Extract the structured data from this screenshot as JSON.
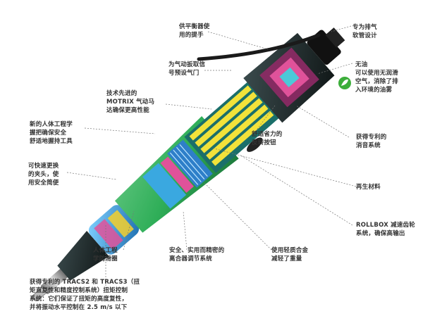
{
  "callouts": {
    "balanced_handle": "供平衡器使\n用的提手",
    "exhaust_hose": "专为排气\n软管设计",
    "air_intake": "为气动扳取信\n号预设气门",
    "oil_free": "无油\n可以使用无润滑\n空气，消除了排\n入环境的油雾",
    "motrix_motor": "技术先进的\nMOTRIX 气动马\n达确保更高性能",
    "reverse_button": "舒适省力的\n反转按钮",
    "patented_silencer": "获得专利的\n消音系统",
    "ergonomic_grip": "新的人体工程学\n握把确保安全\n舒适地握持工具",
    "quick_chuck": "可快速更换\n的夹头，使\n用安全简便",
    "recycled_material": "再生材料",
    "rollbox_gear": "ROLLBOX 减速齿轮\n系统，确保高输出",
    "ergonomic_ring": "人体工程\n学防滑圈",
    "torque_adjust": "安全、实用而精密的\n离合器调节系统",
    "light_alloy": "使用轻质合金\n减轻了重量",
    "tracs": "获得专利的  TRACS2 和 TRACS3（扭\n矩直复性和精度控制系统）扭矩控制\n系统：它们保证了扭矩的高度复性，\n并将振动水平控制在 2.5 m/s 以下"
  },
  "colors": {
    "tool_body_green": "#2fae58",
    "tool_body_dark": "#1f2a2a",
    "motor_yellow": "#f2e23a",
    "gear_blue": "#3aa8e0",
    "valve_pink": "#e0529a",
    "eco_badge": "#3cae3a"
  },
  "icons": {
    "eco_badge": "recycle-leaf-icon"
  }
}
